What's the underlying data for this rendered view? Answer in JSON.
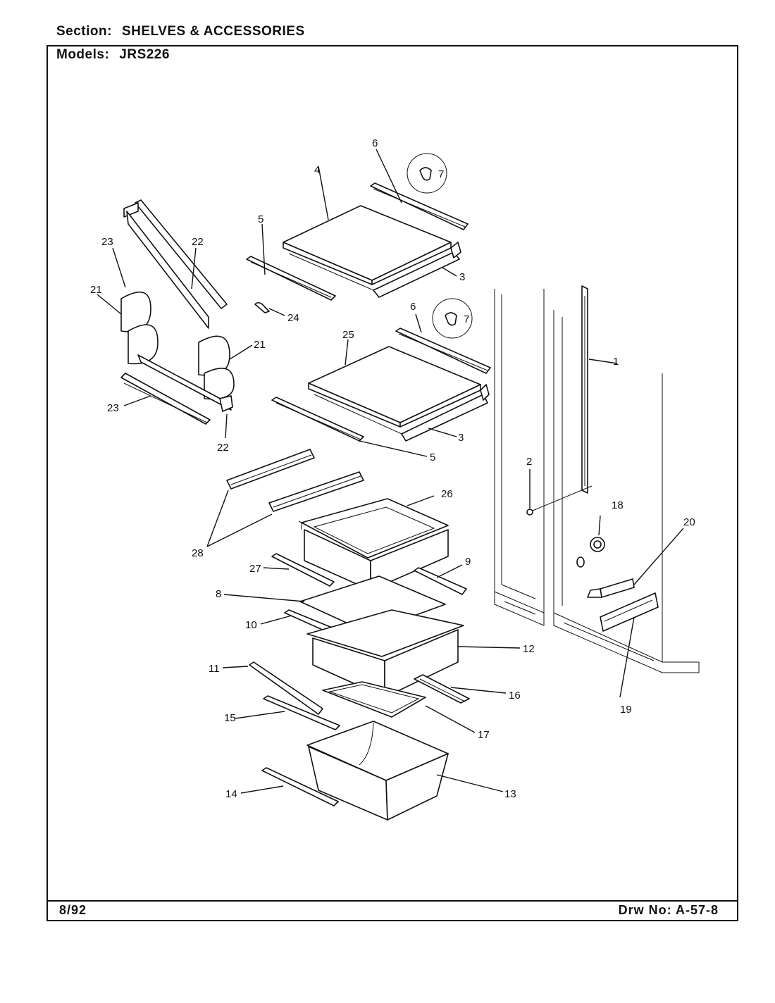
{
  "header": {
    "section_label": "Section:",
    "section_value": "SHELVES & ACCESSORIES",
    "models_label": "Models:",
    "models_value": "JRS226"
  },
  "footer": {
    "date": "8/92",
    "drawing_label": "Drw No:",
    "drawing_value": "A-57-8"
  },
  "callouts": [
    "1",
    "2",
    "3",
    "3",
    "4",
    "5",
    "5",
    "6",
    "6",
    "7",
    "7",
    "8",
    "9",
    "10",
    "11",
    "12",
    "13",
    "14",
    "15",
    "16",
    "17",
    "18",
    "19",
    "20",
    "21",
    "21",
    "22",
    "22",
    "23",
    "23",
    "24",
    "25",
    "26",
    "27",
    "28"
  ]
}
